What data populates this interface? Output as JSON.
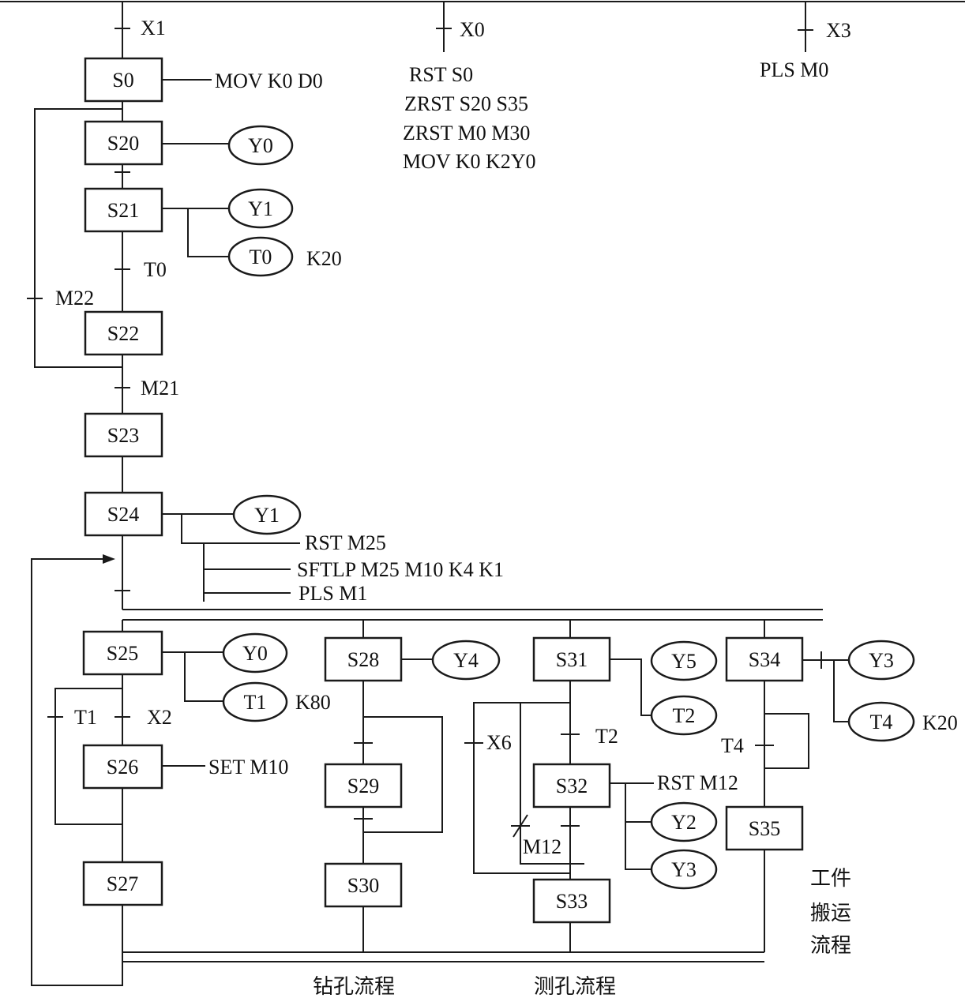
{
  "steps": {
    "s0": "S0",
    "s20": "S20",
    "s21": "S21",
    "s22": "S22",
    "s23": "S23",
    "s24": "S24",
    "s25": "S25",
    "s26": "S26",
    "s27": "S27",
    "s28": "S28",
    "s29": "S29",
    "s30": "S30",
    "s31": "S31",
    "s32": "S32",
    "s33": "S33",
    "s34": "S34",
    "s35": "S35"
  },
  "coils": {
    "y0_a": "Y0",
    "y1_a": "Y1",
    "t0": "T0",
    "y1_b": "Y1",
    "y0_b": "Y0",
    "t1": "T1",
    "y4": "Y4",
    "y5": "Y5",
    "t2": "T2",
    "y2": "Y2",
    "y3_a": "Y3",
    "y3_b": "Y3",
    "t4": "T4"
  },
  "constants": {
    "k20_a": "K20",
    "k80": "K80",
    "k20_b": "K20"
  },
  "transitions": {
    "x1": "X1",
    "x0": "X0",
    "x3": "X3",
    "t0": "T0",
    "m22": "M22",
    "m21": "M21",
    "t1": "T1",
    "x2": "X2",
    "x6": "X6",
    "t2": "T2",
    "m12": "M12",
    "t4": "T4"
  },
  "instructions": {
    "mov_k0_d0": "MOV K0 D0",
    "rst_s0": "RST  S0",
    "zrst_s20_s35": "ZRST S20  S35",
    "zrst_m0_m30": "ZRST M0  M30",
    "mov_k0_k2y0": "MOV  K0  K2Y0",
    "pls_m0": "PLS M0",
    "rst_m25": "RST  M25",
    "sftlp": "SFTLP M25 M10 K4 K1",
    "pls_m1": "PLS M1",
    "set_m10": "SET M10",
    "rst_m12": "RST M12"
  },
  "flow_labels": {
    "drilling": "钻孔流程",
    "measuring": "测孔流程",
    "transport_1": "工件",
    "transport_2": "搬运",
    "transport_3": "流程"
  }
}
